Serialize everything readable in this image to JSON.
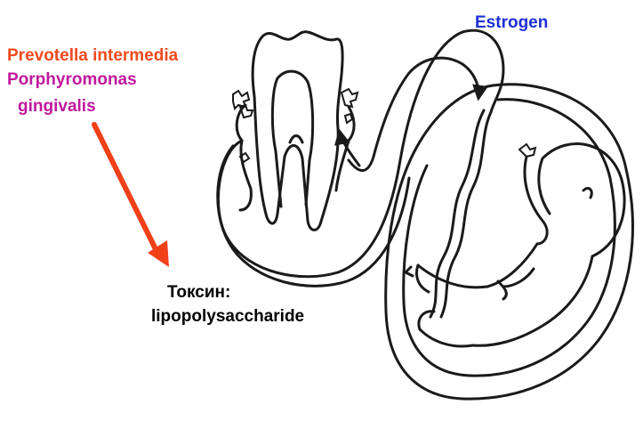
{
  "labels": {
    "bacteria_1": "Prevotella intermedia",
    "bacteria_2": "Porphyromonas",
    "bacteria_3": "gingivalis",
    "estrogen": "Estrogen",
    "toxin_1": "Токсин:",
    "toxin_2": "lipopolysaccharide"
  },
  "colors": {
    "bacteria_1": "#f04a1e",
    "bacteria_2": "#c0189c",
    "bacteria_3": "#c0189c",
    "estrogen": "#1f2fd6",
    "toxin": "#000000",
    "arrow": "#f0401a",
    "line": "#1a1a1a"
  },
  "icons": {
    "tooth": "tooth-illustration",
    "placenta": "placenta-illustration",
    "fetus": "fetus-illustration",
    "bacteria": "bacteria-cluster-icon",
    "arrow": "red-arrow-icon"
  }
}
